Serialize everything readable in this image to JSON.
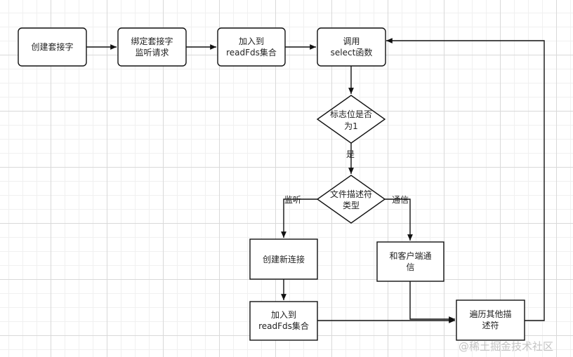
{
  "nodes": {
    "create_socket": {
      "lines": [
        "创建套接字"
      ]
    },
    "bind_listen": {
      "lines": [
        "绑定套接字",
        "监听请求"
      ]
    },
    "add_readfds_1": {
      "lines": [
        "加入到",
        "readFds集合"
      ]
    },
    "call_select": {
      "lines": [
        "调用",
        "select函数"
      ]
    },
    "flag_check": {
      "lines": [
        "标志位是否",
        "为1"
      ]
    },
    "fd_type": {
      "lines": [
        "文件描述符",
        "类型"
      ]
    },
    "create_conn": {
      "lines": [
        "创建新连接"
      ]
    },
    "client_comm": {
      "lines": [
        "和客户端通",
        "信"
      ]
    },
    "add_readfds_2": {
      "lines": [
        "加入到",
        "readFds集合"
      ]
    },
    "traverse": {
      "lines": [
        "遍历其他描",
        "述符"
      ]
    }
  },
  "edge_labels": {
    "yes": "是",
    "listen": "监听",
    "comm": "通信"
  },
  "watermark": "@稀土掘金技术社区",
  "colors": {
    "stroke": "#111111",
    "fill": "#ffffff",
    "text": "#222222"
  }
}
